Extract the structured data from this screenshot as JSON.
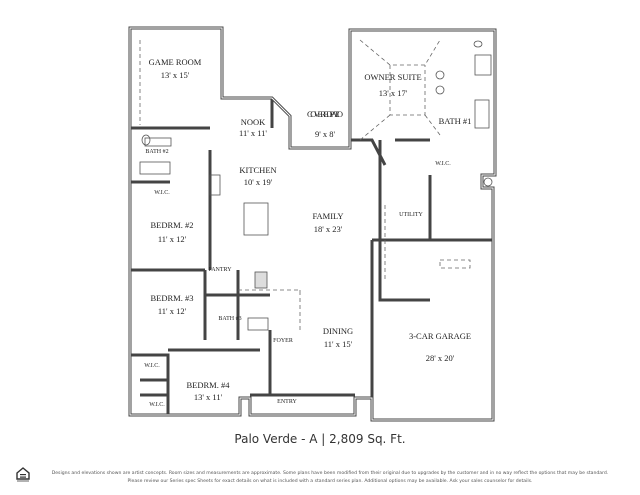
{
  "plan_title": "Palo Verde - A | 2,809 Sq. Ft.",
  "rooms": [
    {
      "name": "GAME ROOM",
      "size": "13' x 15'"
    },
    {
      "name": "NOOK",
      "size": "11' x 11'"
    },
    {
      "name": "COVERED PATIO",
      "size": "9' x 8'"
    },
    {
      "name": "OWNER SUITE",
      "size": "13' x 17'"
    },
    {
      "name": "BATH #1",
      "size": ""
    },
    {
      "name": "BATH #2",
      "size": ""
    },
    {
      "name": "KITCHEN",
      "size": "10' x 19'"
    },
    {
      "name": "W.I.C.",
      "size": ""
    },
    {
      "name": "W.I.C.",
      "size": ""
    },
    {
      "name": "FAMILY",
      "size": "18' x 23'"
    },
    {
      "name": "UTILITY",
      "size": ""
    },
    {
      "name": "BEDRM. #2",
      "size": "11' x 12'"
    },
    {
      "name": "PANTRY",
      "size": ""
    },
    {
      "name": "BEDRM. #3",
      "size": "11' x 12'"
    },
    {
      "name": "BATH #3",
      "size": ""
    },
    {
      "name": "FOYER",
      "size": ""
    },
    {
      "name": "DINING",
      "size": "11' x 15'"
    },
    {
      "name": "3-CAR GARAGE",
      "size": "28' x 20'"
    },
    {
      "name": "W.I.C.",
      "size": ""
    },
    {
      "name": "BEDRM. #4",
      "size": "13' x 11'"
    },
    {
      "name": "W.I.C.",
      "size": ""
    },
    {
      "name": "ENTRY",
      "size": ""
    }
  ],
  "disclaimer_line1": "Designs and elevations shown are artist concepts. Room sizes and measurements are approximate. Some plans have been modified from their original due to upgrades by the customer and in no way reflect the options that may be standard.",
  "disclaimer_line2": "Please review our Series spec Sheets for exact details on what is included with a standard series plan. Additional options may be available. Ask your sales counselor for details.",
  "logo": "equal-housing-opportunity"
}
